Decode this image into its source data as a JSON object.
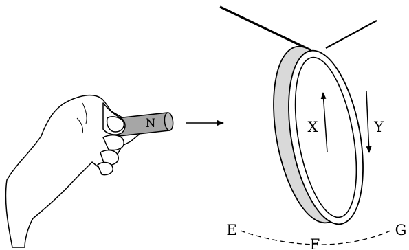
{
  "labels": {
    "magnet_pole": "N",
    "current_x": "X",
    "current_y": "Y",
    "swing_left": "E",
    "swing_bottom": "F",
    "swing_right": "G"
  },
  "colors": {
    "line": "#000000",
    "ring_inner": "#d9d9d9",
    "magnet": "#a6a6a6",
    "hand": "#ffffff"
  }
}
